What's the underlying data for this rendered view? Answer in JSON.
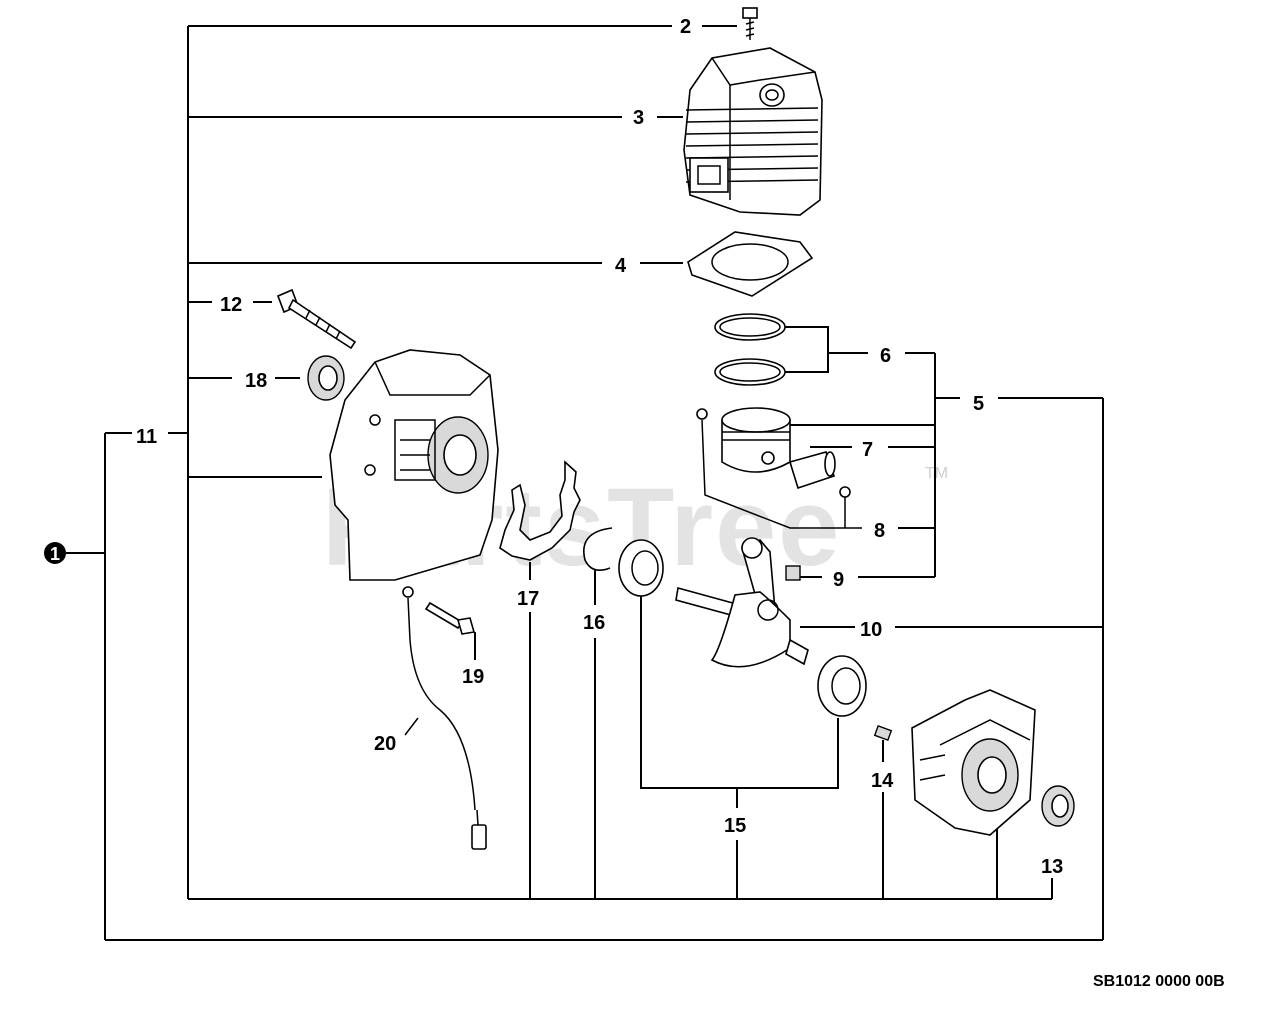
{
  "watermark": {
    "text": "PartsTree",
    "trademark": "TM"
  },
  "drawing_code": "SB1012 0000 00B",
  "assembly_badge": "1",
  "callouts": {
    "c2": "2",
    "c3": "3",
    "c4": "4",
    "c5": "5",
    "c6": "6",
    "c7": "7",
    "c8": "8",
    "c9": "9",
    "c10": "10",
    "c11": "11",
    "c12": "12",
    "c13": "13",
    "c14": "14",
    "c15": "15",
    "c16": "16",
    "c17": "17",
    "c18": "18",
    "c19": "19",
    "c20": "20"
  }
}
